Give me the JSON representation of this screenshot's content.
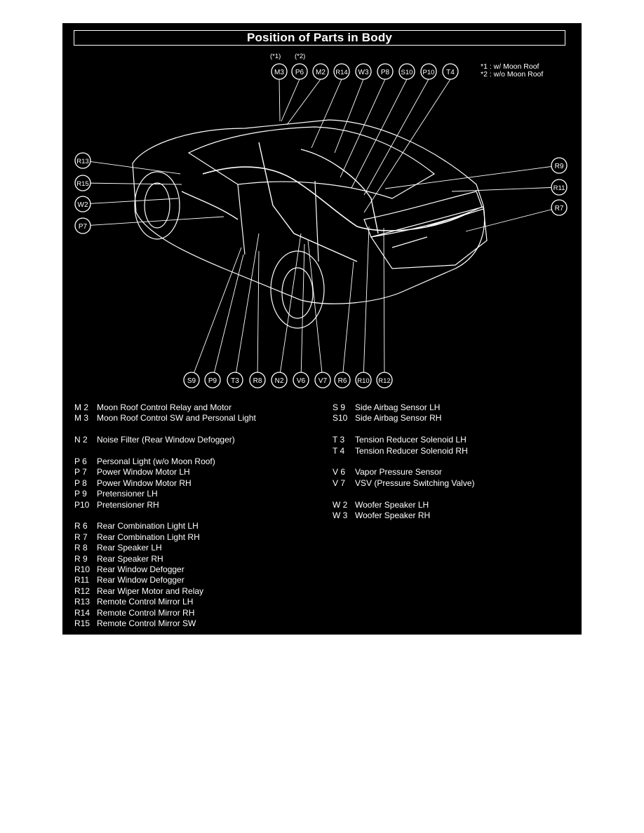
{
  "title": "Position of Parts in Body",
  "footnotes": [
    "*1 : w/ Moon Roof",
    "*2 : w/o Moon Roof"
  ],
  "moon_notes": [
    "(*1)",
    "(*2)"
  ],
  "top_connectors": [
    "M3",
    "P6",
    "M2",
    "R14",
    "W3",
    "P8",
    "S10",
    "P10",
    "T4"
  ],
  "left_connectors": [
    "R13",
    "R15",
    "W2",
    "P7"
  ],
  "right_connectors": [
    "R9",
    "R11",
    "R7"
  ],
  "bottom_connectors": [
    "S9",
    "P9",
    "T3",
    "R8",
    "N2",
    "V6",
    "V7",
    "R6",
    "R10",
    "R12"
  ],
  "legend_left": [
    {
      "code": "M 2",
      "desc": "Moon Roof Control Relay and Motor"
    },
    {
      "code": "M 3",
      "desc": "Moon Roof Control SW and Personal Light"
    },
    {
      "gap": true
    },
    {
      "code": "N 2",
      "desc": "Noise Filter (Rear Window Defogger)"
    },
    {
      "gap": true
    },
    {
      "code": "P 6",
      "desc": "Personal Light (w/o Moon Roof)"
    },
    {
      "code": "P 7",
      "desc": "Power Window Motor LH"
    },
    {
      "code": "P 8",
      "desc": "Power Window Motor RH"
    },
    {
      "code": "P 9",
      "desc": "Pretensioner LH"
    },
    {
      "code": "P10",
      "desc": "Pretensioner RH"
    },
    {
      "gap": true
    },
    {
      "code": "R 6",
      "desc": "Rear Combination Light LH"
    },
    {
      "code": "R 7",
      "desc": "Rear Combination Light RH"
    },
    {
      "code": "R 8",
      "desc": "Rear Speaker LH"
    },
    {
      "code": "R 9",
      "desc": "Rear Speaker RH"
    },
    {
      "code": "R10",
      "desc": "Rear Window Defogger"
    },
    {
      "code": "R11",
      "desc": "Rear Window Defogger"
    },
    {
      "code": "R12",
      "desc": "Rear Wiper Motor and Relay"
    },
    {
      "code": "R13",
      "desc": "Remote Control Mirror LH"
    },
    {
      "code": "R14",
      "desc": "Remote Control Mirror RH"
    },
    {
      "code": "R15",
      "desc": "Remote Control Mirror SW"
    }
  ],
  "legend_right": [
    {
      "code": "S 9",
      "desc": "Side Airbag Sensor LH"
    },
    {
      "code": "S10",
      "desc": "Side Airbag Sensor RH"
    },
    {
      "gap": true
    },
    {
      "code": "T 3",
      "desc": "Tension Reducer Solenoid LH"
    },
    {
      "code": "T 4",
      "desc": "Tension Reducer Solenoid RH"
    },
    {
      "gap": true
    },
    {
      "code": "V 6",
      "desc": "Vapor Pressure Sensor"
    },
    {
      "code": "V 7",
      "desc": "VSV (Pressure Switching Valve)"
    },
    {
      "gap": true
    },
    {
      "code": "W 2",
      "desc": "Woofer Speaker LH"
    },
    {
      "code": "W 3",
      "desc": "Woofer Speaker RH"
    }
  ]
}
